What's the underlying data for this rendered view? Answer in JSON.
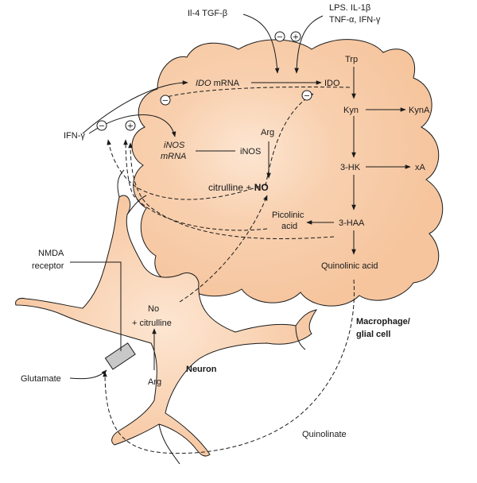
{
  "labels": {
    "il4_tgfb": "Il-4 TGF-β",
    "lps_il1b": "LPS. IL-1β",
    "tnfa_ifng": "TNF-α, IFN-γ",
    "ido_mrna_ital": "IDO",
    "ido_mrna_rest": " mRNA",
    "ido": "IDO",
    "trp": "Trp",
    "kyn": "Kyn",
    "kyna": "KynA",
    "ifng": "IFN-γ",
    "arg_mac": "Arg",
    "inos_mrna_1": "iNOS",
    "inos_mrna_2": "mRNA",
    "inos": "iNOS",
    "citrulline_no_1": "citrulline + ",
    "citrulline_no_2": "NO",
    "three_hk": "3-HK",
    "xa": "xA",
    "picolinic_1": "Picolinic",
    "picolinic_2": "acid",
    "three_haa": "3-HAA",
    "quinolinic_acid": "Quinolinic acid",
    "nmda_1": "NMDA",
    "nmda_2": "receptor",
    "no_neuron": "No",
    "citrulline_neuron": "+ citrulline",
    "macrophage_1": "Macrophage/",
    "macrophage_2": "glial cell",
    "glutamate": "Glutamate",
    "arg_neuron": "Arg",
    "neuron": "Neuron",
    "quinolinate": "Quinolinate"
  },
  "signs": {
    "minus": "−",
    "plus": "+"
  },
  "colors": {
    "cell_fill": "#f6c59e",
    "cell_glow": "#fde6d2",
    "outline": "#1a1a1a",
    "receptor": "#c8c8c8"
  }
}
